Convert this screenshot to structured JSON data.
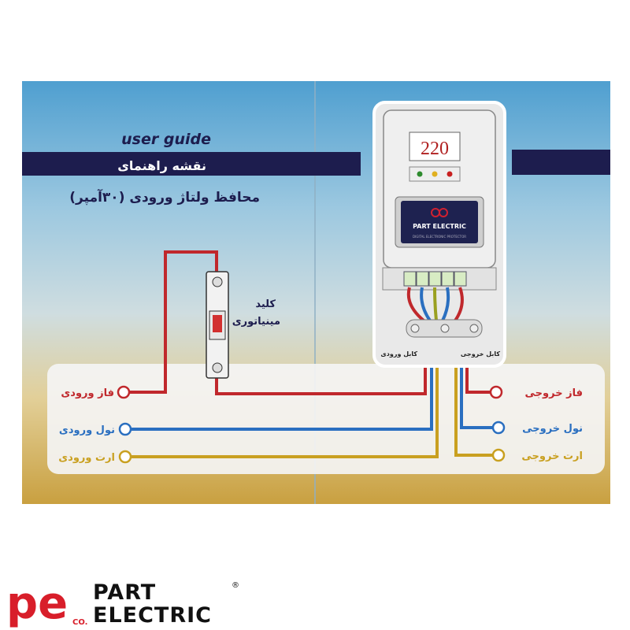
{
  "guide": {
    "title_en": "user guide",
    "title_fa": "نقشه راهنمای",
    "subtitle": "محافظ ولتاژ ورودی (۳۰آمپر)",
    "breaker_label_1": "کلید",
    "breaker_label_2": "مینیاتوری"
  },
  "device": {
    "display_value": "220",
    "brand": "PART ELECTRIC",
    "brand_sub": "DIGITAL ELECTRONIC PROTECTOR",
    "input_cable": "کابل ورودی",
    "output_cable": "کابل خروجی",
    "led_colors": [
      "#2e8b2e",
      "#e0b020",
      "#c82020"
    ]
  },
  "terminals": {
    "left": [
      {
        "label": "فاز ورودی",
        "color": "#c0282c"
      },
      {
        "label": "نول ورودی",
        "color": "#2a6fc0"
      },
      {
        "label": "ارت ورودی",
        "color": "#c9a020"
      }
    ],
    "right": [
      {
        "label": "فاز خروجی",
        "color": "#c0282c"
      },
      {
        "label": "نول خروجی",
        "color": "#2a6fc0"
      },
      {
        "label": "ارت خروجی",
        "color": "#c9a020"
      }
    ]
  },
  "footer_logo": {
    "mark": "pe",
    "co": "CO.",
    "line1": "PART",
    "line2": "ELECTRIC",
    "registered": "®"
  }
}
